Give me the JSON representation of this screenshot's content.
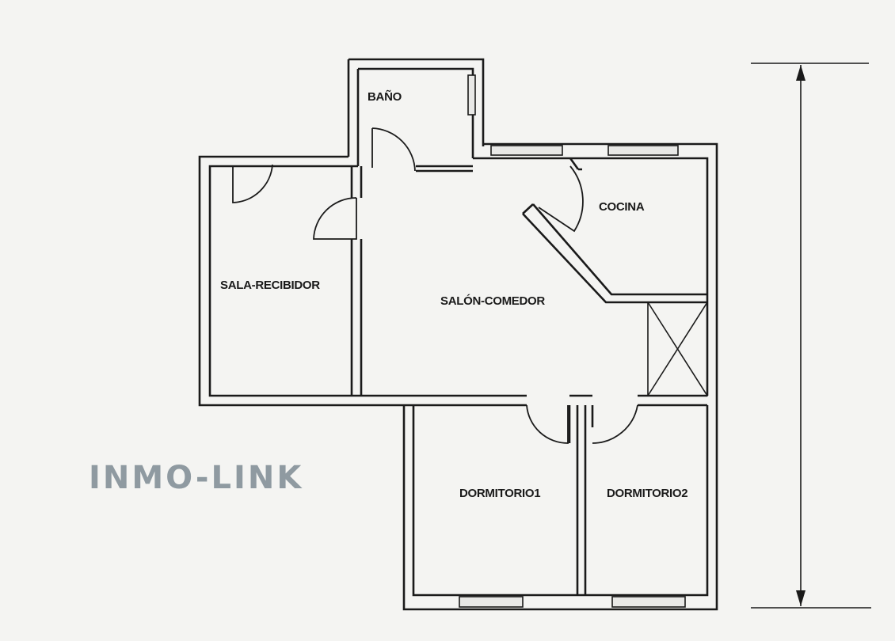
{
  "rooms": {
    "bano": "BAÑO",
    "cocina": "COCINA",
    "sala_recibidor": "SALA-RECIBIDOR",
    "salon_comedor": "SALÓN-COMEDOR",
    "dormitorio1": "DORMITORIO1",
    "dormitorio2": "DORMITORIO2"
  },
  "watermark": "INMO-LINK",
  "colors": {
    "line": "#1a1a1a",
    "background": "#f4f4f2",
    "watermark": "#8f9aa1"
  }
}
